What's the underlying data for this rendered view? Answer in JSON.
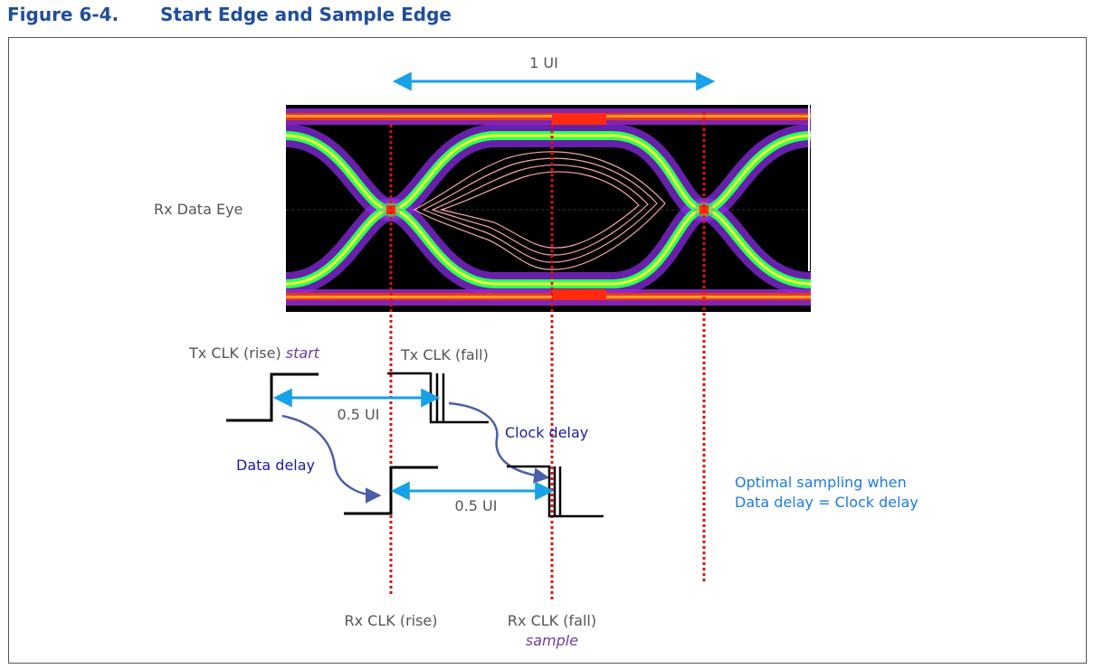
{
  "figure": {
    "number": "Figure 6-4.",
    "title": "Start Edge and Sample Edge"
  },
  "labels": {
    "one_ui": "1 UI",
    "rx_data_eye": "Rx Data Eye",
    "tx_clk_rise": "Tx CLK (rise)",
    "tx_clk_rise_tag": "start",
    "tx_clk_fall": "Tx CLK (fall)",
    "half_ui_top": "0.5 UI",
    "half_ui_bottom": "0.5 UI",
    "clock_delay": "Clock delay",
    "data_delay": "Data delay",
    "optimal_line1": "Optimal sampling when",
    "optimal_line2": "Data delay = Clock delay",
    "rx_clk_rise": "Rx CLK (rise)",
    "rx_clk_fall": "Rx CLK (fall)",
    "rx_clk_fall_tag": "sample"
  },
  "colors": {
    "title": "#1f4e9c",
    "text_gray": "#555555",
    "accent_purple": "#6b3fa0",
    "arrow_blue": "#17a1e6",
    "annotation_blue": "#1a1aa6",
    "note_blue": "#1e7be0",
    "marker_red": "#e01010"
  }
}
